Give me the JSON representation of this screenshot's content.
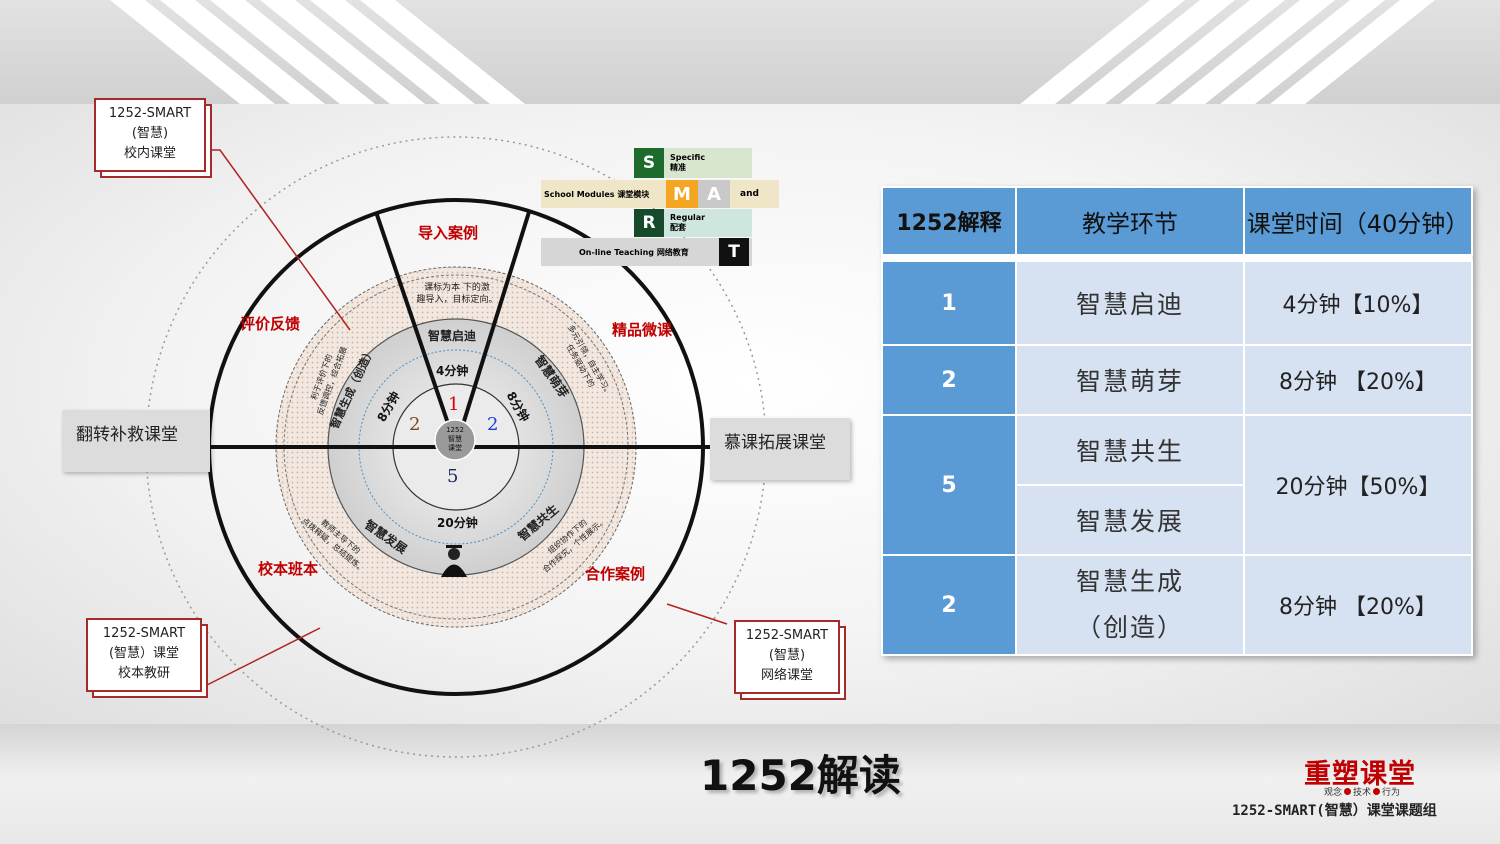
{
  "diagram": {
    "outer_labels": [
      "导入案例",
      "评价反馈",
      "精品微课",
      "校本班本",
      "合作案例"
    ],
    "middle_ring": {
      "top": [
        "课标为本 下的激",
        "趣导入，目标定向。"
      ],
      "left": [
        "利于评价下的",
        "反馈调控，综合拓展"
      ],
      "right": [
        "多元引领，自主学习。",
        "任务驱动下的"
      ],
      "bottom_left": [
        "教师主导下的",
        "点拨释疑，总结提炼。"
      ],
      "bottom_right": [
        "组织协作下的",
        "合作探究，个性展示。"
      ]
    },
    "inner_labels": {
      "qidi": "智慧启迪",
      "mengya": "智慧萌芽",
      "shengcheng": "智慧生成（创造）",
      "fazhan": "智慧发展",
      "gongsheng": "智慧共生"
    },
    "times": {
      "t4": "4分钟",
      "t8a": "8分钟",
      "t8b": "8分钟",
      "t20": "20分钟"
    },
    "numbers": {
      "n1": "1",
      "n2a": "2",
      "n2b": "2",
      "n5": "5"
    },
    "center": [
      "1252",
      "智慧",
      "课堂"
    ]
  },
  "callouts": {
    "top_left": [
      "1252-SMART",
      "(智慧)",
      "校内课堂"
    ],
    "bottom_left": [
      "1252-SMART",
      "(智慧）课堂",
      "校本教研"
    ],
    "bottom_right": [
      "1252-SMART",
      "(智慧)",
      "网络课堂"
    ]
  },
  "side_labels": {
    "left": "翻转补救课堂",
    "right": "慕课拓展课堂"
  },
  "smart_graphic": {
    "s_letter": "S",
    "s_text1": "Specific",
    "s_text2": "精准",
    "m_left": "School Modules 课堂模块",
    "m_letter": "M",
    "a_letter": "A",
    "and": "and",
    "r_letter": "R",
    "r_text1": "Regular",
    "r_text2": "配套",
    "t_text": "On-line Teaching 网络教育",
    "t_letter": "T"
  },
  "table": {
    "headers": [
      "1252解释",
      "教学环节",
      "课堂时间（40分钟）"
    ],
    "rows": [
      {
        "num": "1",
        "step": "智慧启迪",
        "time": "4分钟【10%】"
      },
      {
        "num": "2",
        "step": "智慧萌芽",
        "time": "8分钟 【20%】"
      },
      {
        "num": "5",
        "step": "智慧共生",
        "step2": "智慧发展",
        "time": "20分钟【50%】"
      },
      {
        "num": "2",
        "step": "智慧生成",
        "step_sub": "（创造）",
        "time": "8分钟 【20%】"
      }
    ]
  },
  "footer": {
    "title": "1252解读",
    "logo": "重塑课堂",
    "slogan": [
      "观念",
      "技术",
      "行为"
    ],
    "group": "1252-SMART(智慧）课堂课题组"
  },
  "colors": {
    "accent_red": "#c00000",
    "table_blue": "#5b9bd5",
    "table_light": "#d6e1f1",
    "smart_green": "#2e7d32",
    "smart_orange": "#f4a623"
  }
}
